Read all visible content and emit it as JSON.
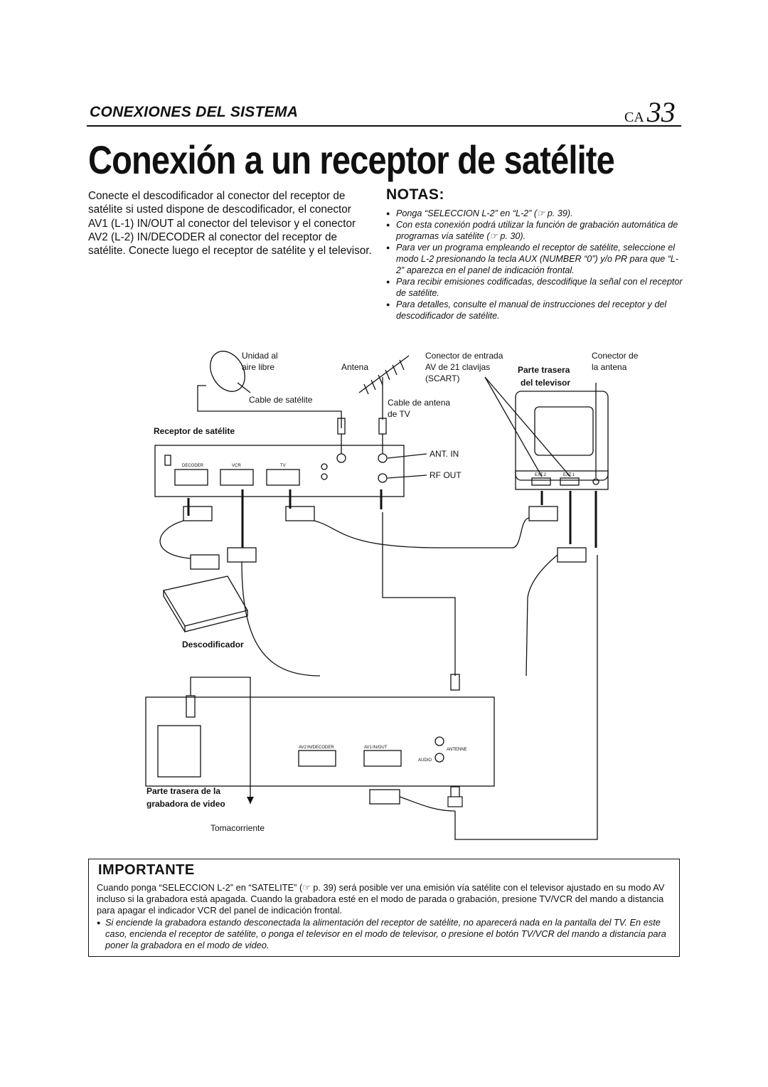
{
  "header": {
    "section": "CONEXIONES DEL SISTEMA",
    "page_prefix": "CA",
    "page_number": "33"
  },
  "title": "Conexión a un receptor de satélite",
  "intro": "Conecte el descodificador al conector del receptor de satélite si usted dispone de descodificador, el conector AV1 (L-1) IN/OUT al conector del televisor y el conector AV2 (L-2) IN/DECODER al conector del receptor de satélite. Conecte luego el receptor de satélite y el televisor.",
  "notes": {
    "heading": "NOTAS:",
    "items": [
      "Ponga “SELECCION L-2” en “L-2” (☞ p. 39).",
      "Con esta conexión podrá utilizar la función de grabación automática de programas vía satélite (☞ p. 30).",
      "Para ver un programa empleando el receptor de satélite, seleccione el modo L-2 presionando la tecla AUX (NUMBER “0”) y/o PR para que “L-2” aparezca en el panel de indicación frontal.",
      "Para recibir emisiones codificadas, descodifique la señal con el receptor de satélite.",
      "Para detalles, consulte el manual de instrucciones del receptor y del descodificador de satélite."
    ]
  },
  "diagram": {
    "dish_label_1": "Unidad al",
    "dish_label_2": "aire libre",
    "sat_cable": "Cable de satélite",
    "antenna": "Antena",
    "tv_cable_1": "Cable de antena",
    "tv_cable_2": "de TV",
    "scart_1": "Conector de entrada",
    "scart_2": "AV de 21 clavijas",
    "scart_3": "(SCART)",
    "tv_rear_1": "Parte trasera",
    "tv_rear_2": "del televisor",
    "antenna_conn_1": "Conector de",
    "antenna_conn_2": "la antena",
    "receiver": "Receptor de satélite",
    "ant_in": "ANT. IN",
    "rf_out": "RF OUT",
    "port_decoder": "DECODER",
    "port_vcr": "VCR",
    "port_tv": "TV",
    "ext2": "EXT.2",
    "ext1": "EXT.1",
    "decoder": "Descodificador",
    "vcr_rear_1": "Parte trasera de la",
    "vcr_rear_2": "grabadora de video",
    "outlet": "Tomacorriente",
    "av2": "AV2",
    "av1": "AV1",
    "av2_sub": "IN/DECODER",
    "av1_sub": "IN/OUT",
    "antenne": "ANTENNE",
    "audio": "AUDIO"
  },
  "importante": {
    "heading": "IMPORTANTE",
    "text": "Cuando ponga “SELECCION L-2” en “SATELITE” (☞ p. 39) será posible ver una emisión vía satélite con el televisor ajustado en su modo AV incluso si la grabadora está apagada. Cuando la grabadora esté en el modo de parada o grabación, presione TV/VCR del mando a distancia para apagar el indicador VCR del panel de indicación frontal.",
    "note": "Si enciende la grabadora estando desconectada la alimentación del receptor de satélite, no aparecerá nada en la pantalla del TV. En este caso, encienda el receptor de satélite, o ponga el televisor en el modo de televisor, o presione el botón TV/VCR del mando a distancia para poner la grabadora en el modo de video."
  }
}
